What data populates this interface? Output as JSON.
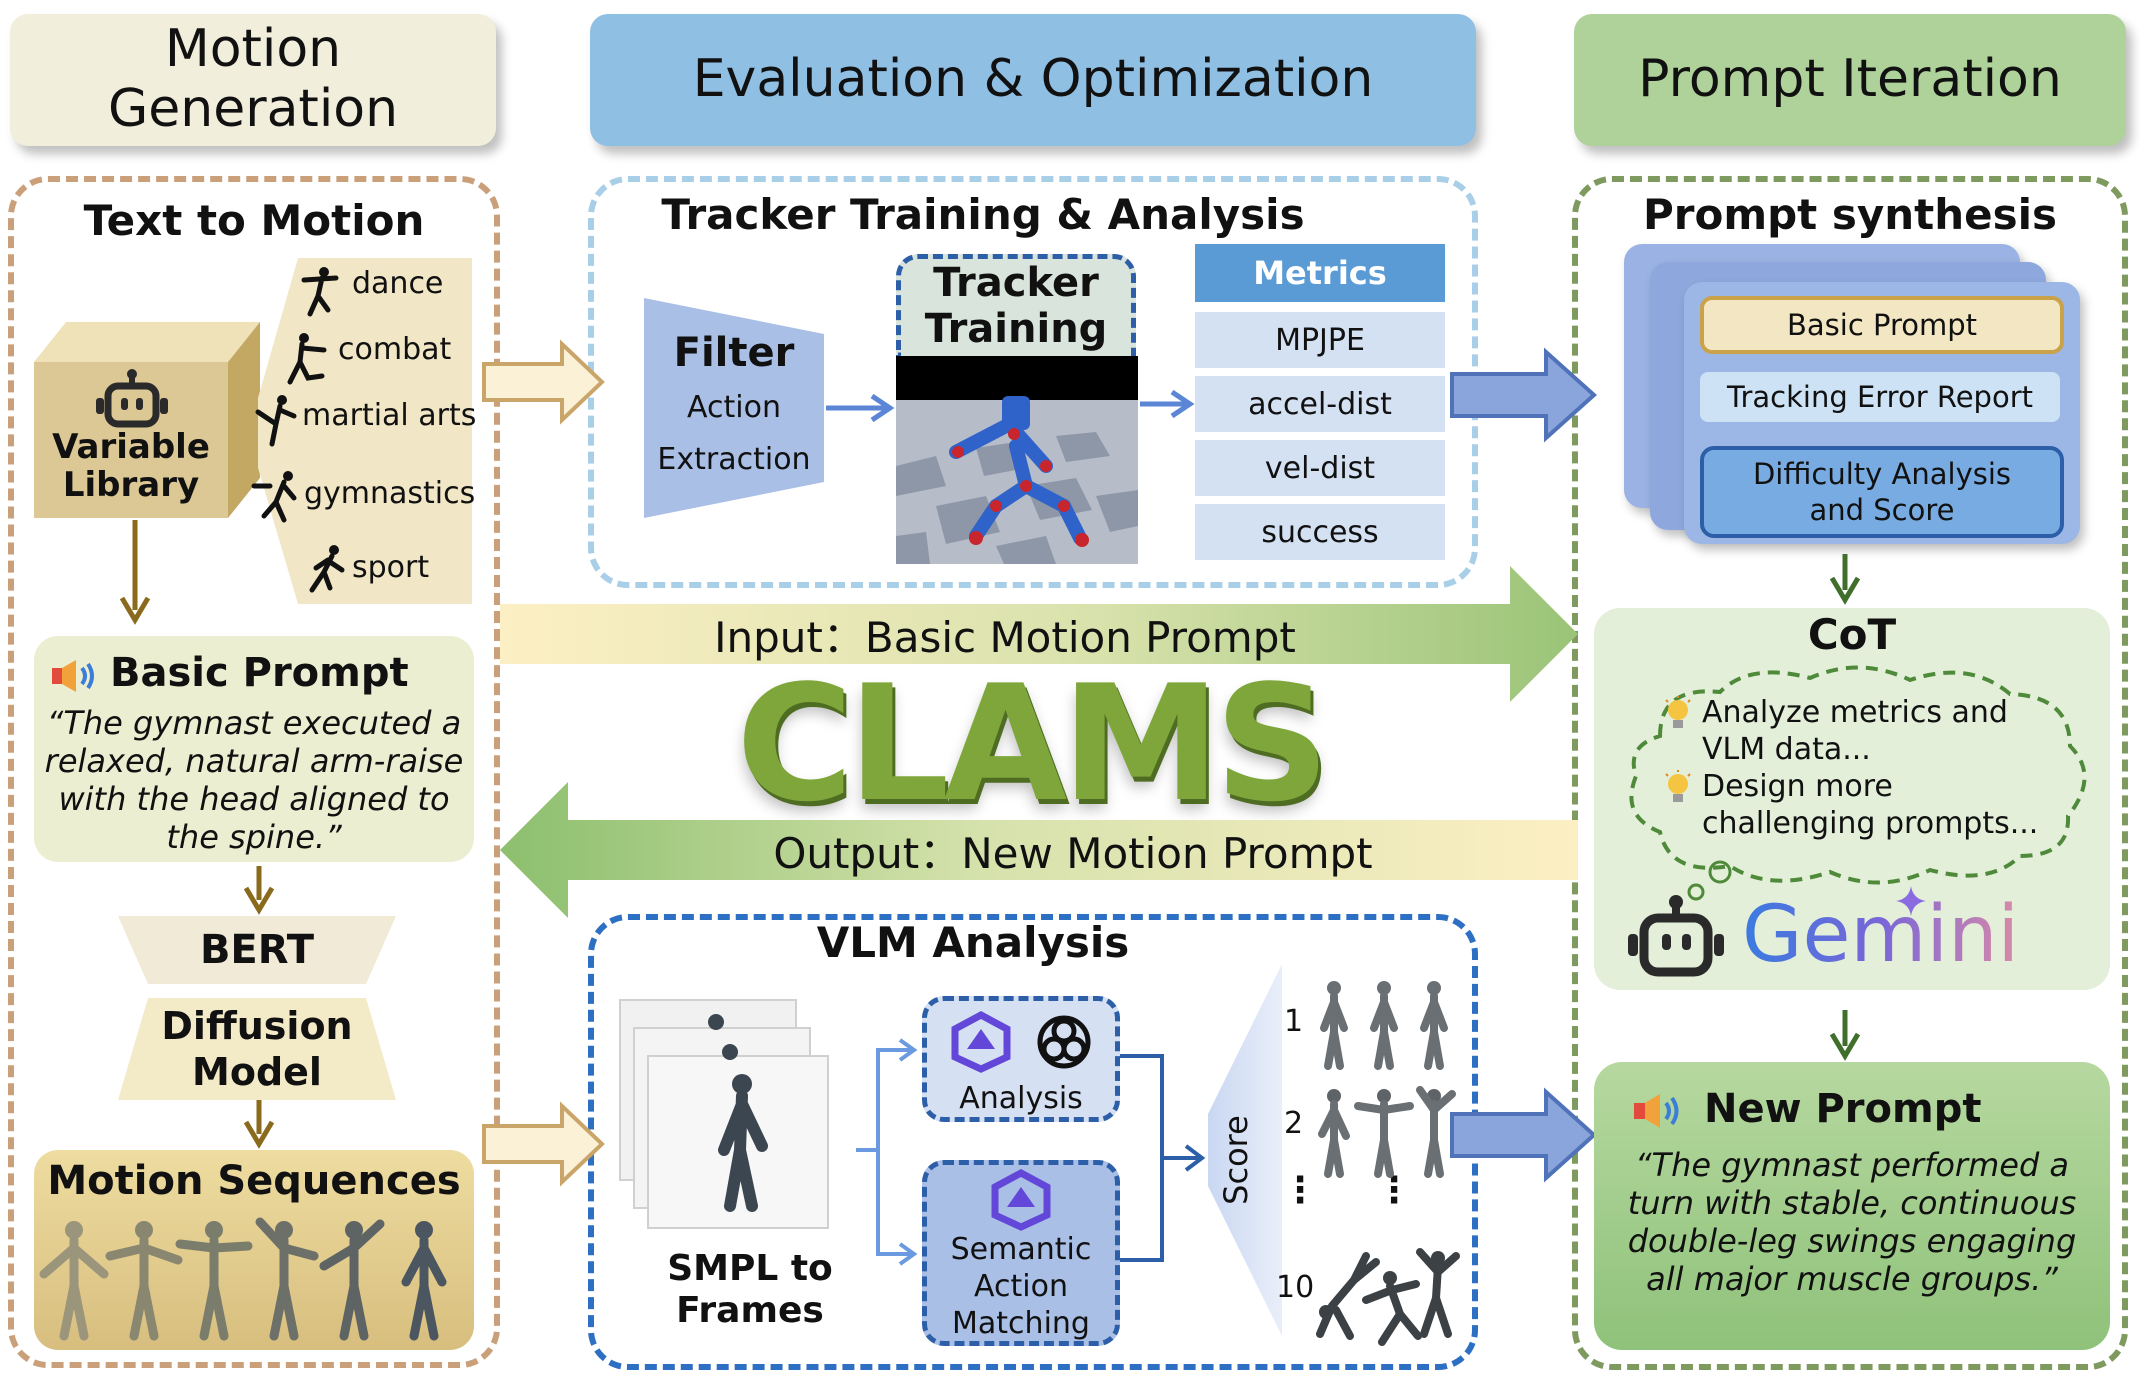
{
  "headers": {
    "motion_generation": "Motion\nGeneration",
    "evaluation": "Evaluation & Optimization",
    "prompt_iteration": "Prompt Iteration"
  },
  "left": {
    "title": "Text to Motion",
    "library": "Variable\nLibrary",
    "categories": [
      "dance",
      "combat",
      "martial arts",
      "gymnastics",
      "sport"
    ],
    "basic_prompt_title": "Basic Prompt",
    "basic_prompt_text": "“The gymnast executed a relaxed, natural arm-raise with the head aligned to the spine.”",
    "bert": "BERT",
    "diffusion": "Diffusion\nModel",
    "motion_sequences": "Motion Sequences"
  },
  "tracker": {
    "title": "Tracker Training & Analysis",
    "filter_title": "Filter",
    "filter_sub1": "Action",
    "filter_sub2": "Extraction",
    "training": "Tracker\nTraining",
    "metrics_header": "Metrics",
    "metrics": [
      "MPJPE",
      "accel-dist",
      "vel-dist",
      "success"
    ]
  },
  "center": {
    "input_label": "Input：Basic Motion Prompt",
    "logo": "CLAMS",
    "output_label": "Output：New Motion Prompt"
  },
  "vlm": {
    "title": "VLM Analysis",
    "smpl": "SMPL to\nFrames",
    "analysis": "Analysis",
    "semantic": "Semantic\nAction\nMatching",
    "score": "Score",
    "ranks": [
      "1",
      "2",
      "10"
    ],
    "dots": "⋮"
  },
  "right": {
    "title": "Prompt synthesis",
    "basic_prompt": "Basic Prompt",
    "tracking_error": "Tracking Error Report",
    "difficulty": "Difficulty Analysis\nand Score",
    "cot_title": "CoT",
    "cot_line1": "Analyze metrics and\nVLM data...",
    "cot_line2": "Design more\nchallenging prompts...",
    "gemini": "Gemini",
    "new_prompt_title": "New Prompt",
    "new_prompt_text": "“The gymnast performed a turn with stable, continuous double-leg swings engaging all major muscle groups.”"
  },
  "colors": {
    "left_header": "#f1eedc",
    "mid_header": "#8fbfe3",
    "right_header": "#aed29a",
    "tan": "#d8c48a",
    "blue_box": "#9bb3e0",
    "green_box": "#a3cb8a",
    "metrics_header": "#5b9bd5"
  }
}
